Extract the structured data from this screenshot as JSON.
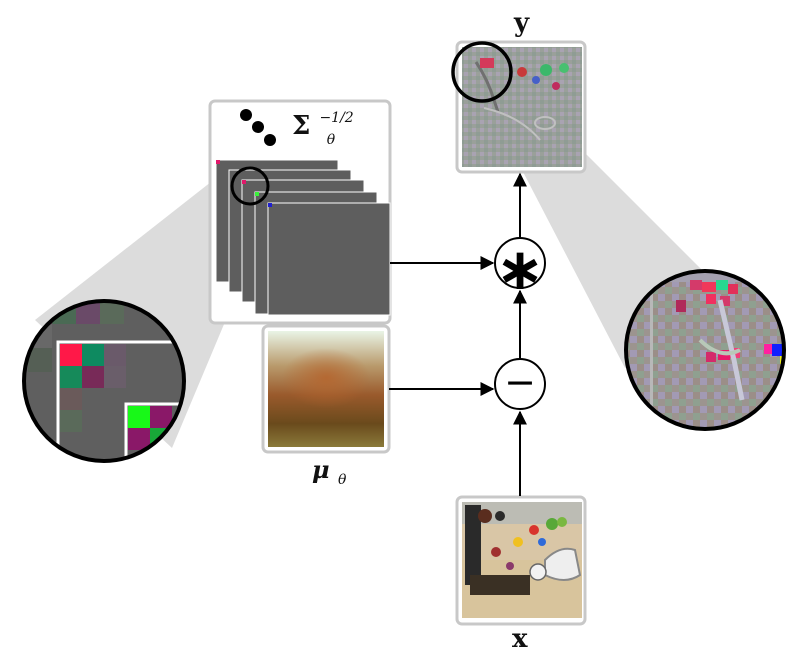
{
  "labels": {
    "y": "y",
    "x": "x",
    "mu": "μ",
    "mu_sub": "θ",
    "sigma": "Σ",
    "sigma_sub": "θ",
    "sigma_sup": "−1/2"
  },
  "operators": {
    "multiply": "∗",
    "subtract": "−"
  }
}
